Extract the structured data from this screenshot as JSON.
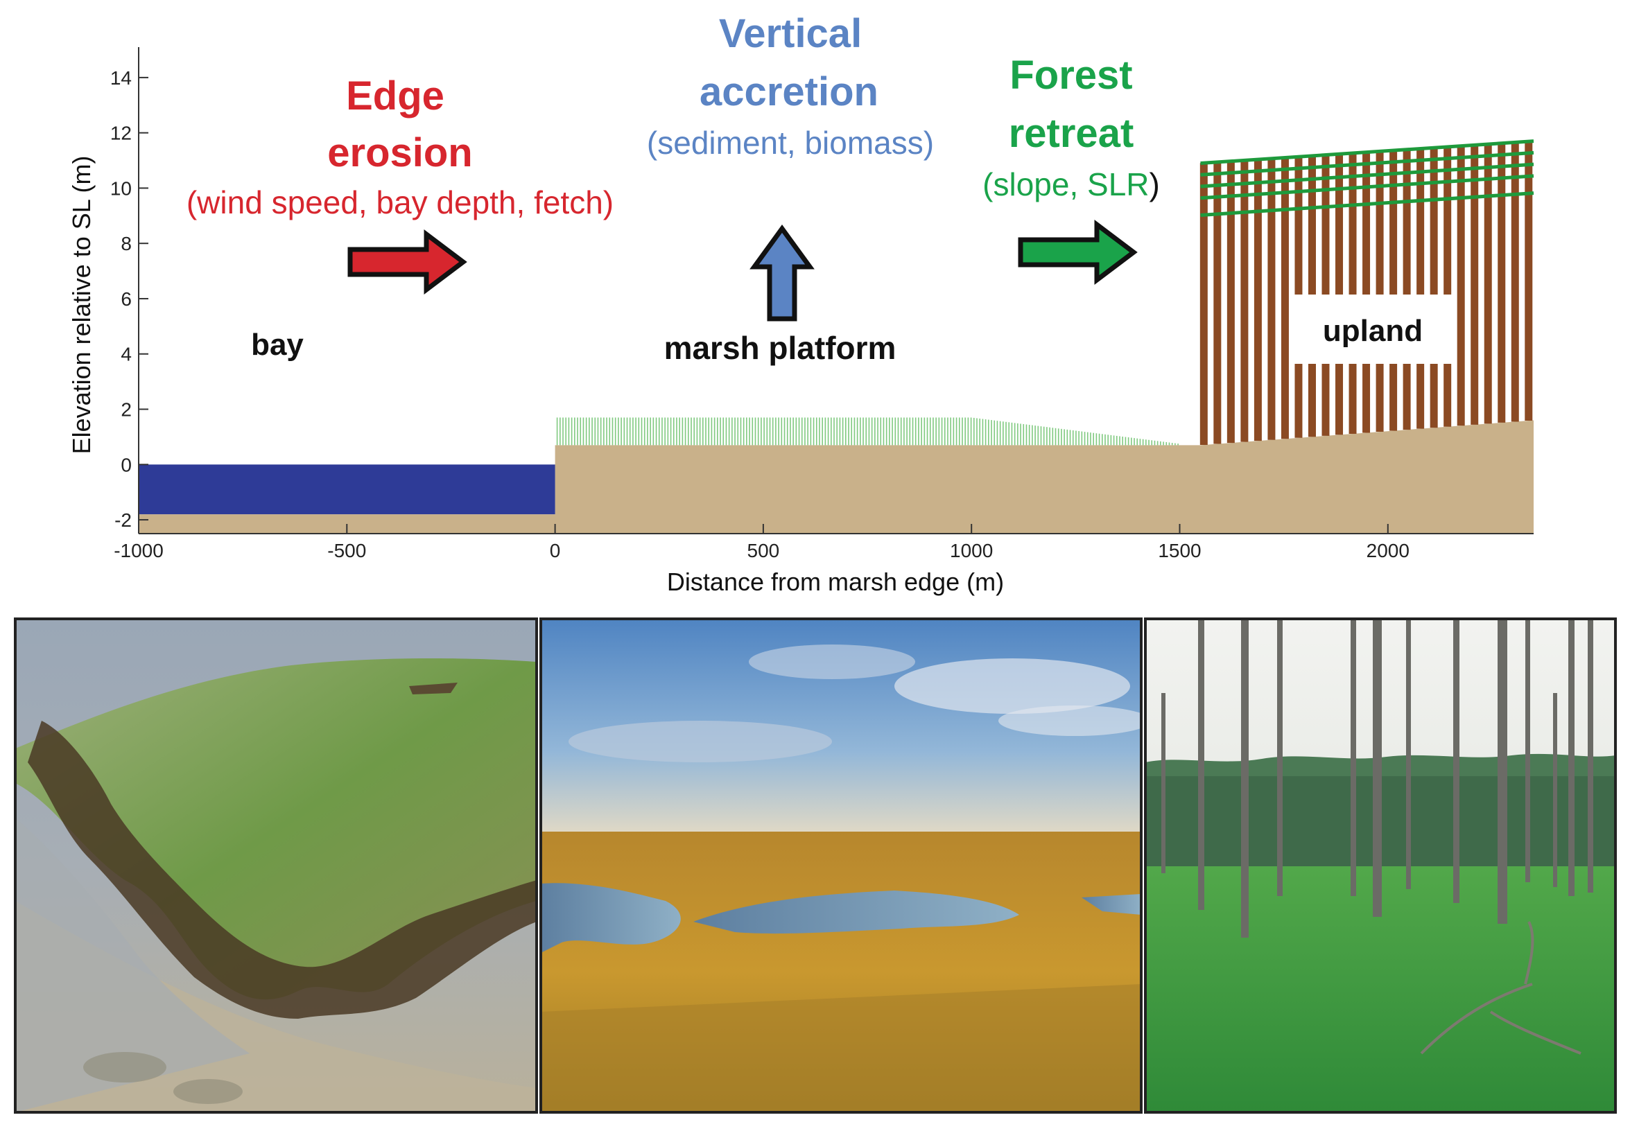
{
  "diagram": {
    "ylabel": "Elevation relative to SL (m)",
    "xlabel": "Distance from marsh edge (m)",
    "xlim": [
      -1000,
      2350
    ],
    "ylim": [
      -2.5,
      15
    ],
    "xticks": [
      -1000,
      -500,
      0,
      500,
      1000,
      1500,
      2000
    ],
    "xtick_labels": [
      "-1000",
      "-500",
      "0",
      "500",
      "1000",
      "1500",
      "2000"
    ],
    "yticks": [
      -2,
      0,
      2,
      4,
      6,
      8,
      10,
      12,
      14
    ],
    "ytick_labels": [
      "-2",
      "0",
      "2",
      "4",
      "6",
      "8",
      "10",
      "12",
      "14"
    ],
    "zones": {
      "bay": "bay",
      "marsh": "marsh platform",
      "upland": "upland"
    },
    "processes": {
      "edge": {
        "line1": "Edge",
        "line2": "erosion",
        "factors": "(wind speed, bay depth, fetch)",
        "color": "#d7262e"
      },
      "vertical": {
        "line1": "Vertical",
        "line2": "accretion",
        "factors": "(sediment, biomass)",
        "color": "#5b84c4"
      },
      "forest": {
        "line1": "Forest",
        "line2": "retreat",
        "factors_open": "(",
        "factors_body": "slope, SLR",
        "factors_close": ")",
        "color": "#1aa34a"
      }
    },
    "profile": {
      "bay_water_depth_m": -1.8,
      "marsh_edge_x": 0,
      "marsh_elevation_m": 0.7,
      "marsh_vegetation_top_m": 1.7,
      "vegetation_end_x": 1500,
      "upland_start_x": 1550,
      "upland_end_x": 2350,
      "upland_ground_end_m": 1.6,
      "forest_top_start_m": 10.9,
      "forest_top_end_m": 11.7
    },
    "colors": {
      "water": "#2e3b97",
      "soil": "#c9b18a",
      "marsh_veg": "#7fc97f",
      "tree": "#8b4a23",
      "canopy": "#1e9a3c"
    }
  },
  "photos": [
    {
      "name": "photo-eroding-marsh-edge"
    },
    {
      "name": "photo-marsh-platform"
    },
    {
      "name": "photo-retreating-forest"
    }
  ]
}
